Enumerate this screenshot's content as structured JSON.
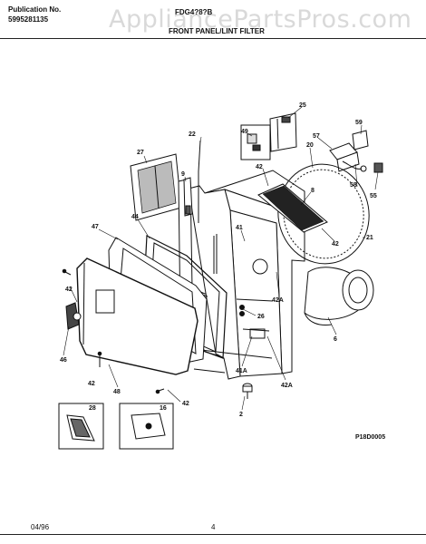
{
  "header": {
    "publication_label": "Publication No.",
    "publication_number": "5995281135",
    "model": "FDG4?8?B",
    "section_title": "FRONT PANEL/LINT FILTER",
    "watermark": "AppliancePartsPros.com"
  },
  "diagram_code": "P18D0005",
  "footer": {
    "date": "04/96",
    "page": "4"
  },
  "part_labels": [
    "25",
    "49",
    "57",
    "59",
    "22",
    "20",
    "27",
    "9",
    "42",
    "8",
    "58",
    "55",
    "44",
    "47",
    "41",
    "42",
    "21",
    "42",
    "42A",
    "26",
    "6",
    "46",
    "42",
    "41A",
    "42A",
    "48",
    "42",
    "2",
    "28",
    "16"
  ],
  "accent_color": "#111111"
}
